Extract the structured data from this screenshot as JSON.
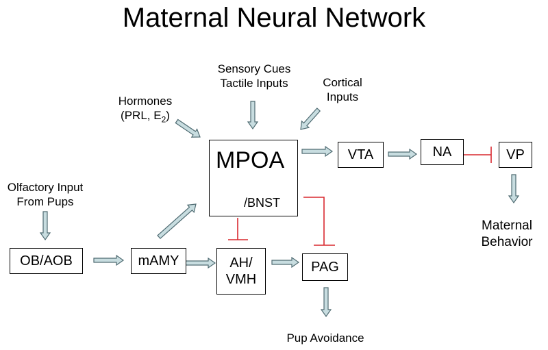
{
  "title": "Maternal Neural Network",
  "inputs": {
    "sensory_line1": "Sensory Cues",
    "sensory_line2": "Tactile Inputs",
    "hormones_line1": "Hormones",
    "hormones_line2_prefix": "(PRL, E",
    "hormones_line2_sub": "2",
    "hormones_line2_suffix": ")",
    "cortical_line1": "Cortical",
    "cortical_line2": "Inputs",
    "olfactory_line1": "Olfactory Input",
    "olfactory_line2": "From Pups"
  },
  "nodes": {
    "mpoa": "MPOA",
    "bnst": "/BNST",
    "vta": "VTA",
    "na": "NA",
    "vp": "VP",
    "ob_aob": "OB/AOB",
    "mamy": "mAMY",
    "ah_line1": "AH/",
    "ah_line2": "VMH",
    "pag": "PAG"
  },
  "outputs": {
    "maternal_line1": "Maternal",
    "maternal_line2": "Behavior",
    "pup_avoidance": "Pup Avoidance"
  },
  "colors": {
    "arrow_fill": "#c8dde0",
    "arrow_stroke": "#4f6b72",
    "inhibit": "#d9282f"
  }
}
